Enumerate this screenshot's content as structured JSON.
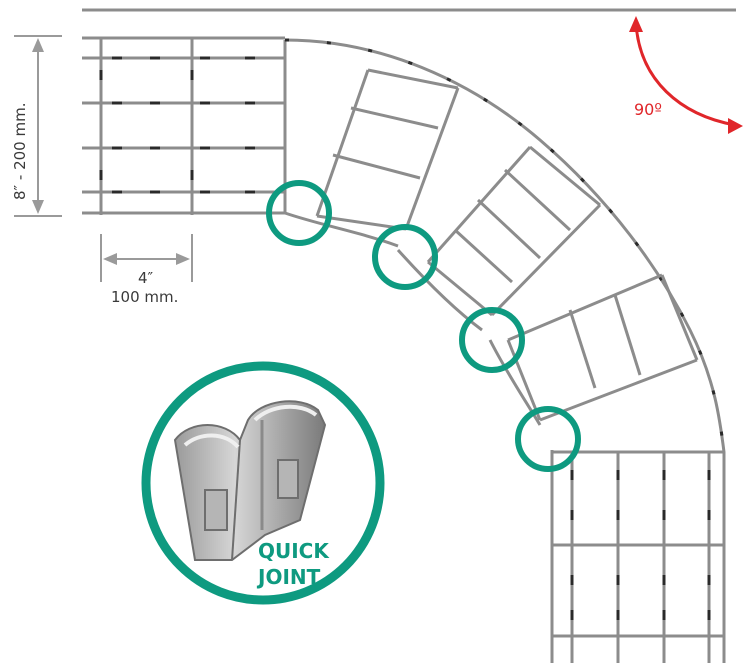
{
  "labels": {
    "height_dimension": "8″ - 200 mm.",
    "spacing_inches": "4″",
    "spacing_mm": "100 mm.",
    "angle": "90º",
    "joint_line1": "QUICK",
    "joint_line2": "JOINT"
  },
  "colors": {
    "wire": "#8c8c8c",
    "weld_dash": "#2a2a2a",
    "joint_circle": "#0e9a80",
    "angle_arrow": "#e0262a",
    "dimension": "#9a9a9a",
    "metal_light": "#c9c9c9",
    "metal_dark": "#6e6e6e"
  },
  "icons": {
    "angle_arrow": "curved-double-arrow-icon",
    "joint_markers": "circle-highlight"
  }
}
